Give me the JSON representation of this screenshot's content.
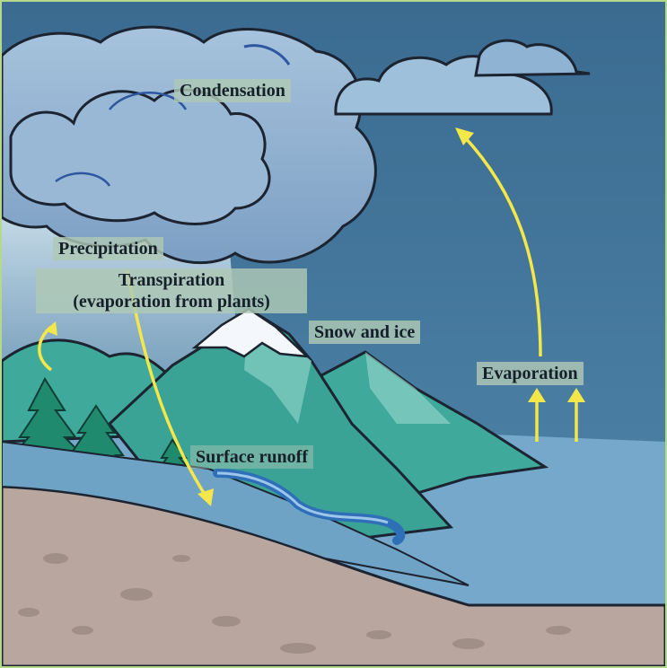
{
  "labels": {
    "condensation": "Condensation",
    "precipitation": "Precipitation",
    "transpiration_line1": "Transpiration",
    "transpiration_line2": "(evaporation from plants)",
    "snow_and_ice": "Snow and ice",
    "evaporation": "Evaporation",
    "surface_runoff": "Surface runoff"
  },
  "colors": {
    "sky": "#3d6f94",
    "sky_light": "#9ec3da",
    "cloud": "#8fb0cf",
    "cloud_shadow": "#5f83ad",
    "mountain": "#3fa99c",
    "mountain_light": "#8ed2c8",
    "snow": "#f4f7fb",
    "water": "#7fb0d2",
    "river": "#2f6fb8",
    "ground": "#b9a79f",
    "tree": "#1f8a6e",
    "arrow": "#f3e74a",
    "frame": "#b5d98a"
  }
}
